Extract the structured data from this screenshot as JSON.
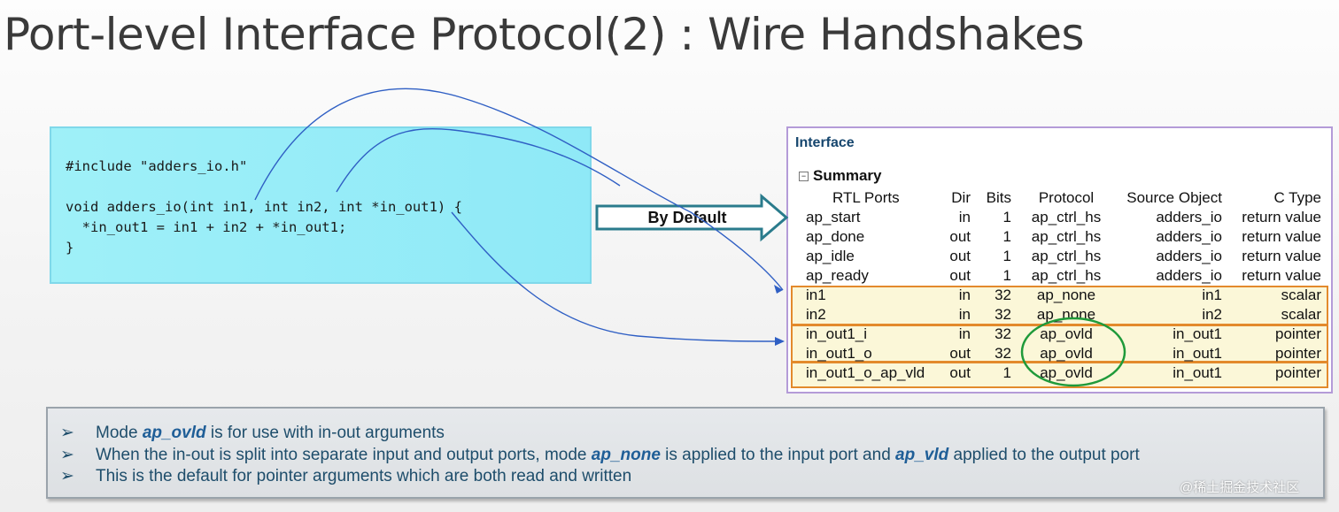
{
  "title": "Port-level Interface Protocol(2) : Wire Handshakes",
  "code": {
    "line1": "#include \"adders_io.h\"",
    "line2": "void adders_io(int in1, int in2, int *in_out1) {",
    "line3": "  *in_out1 = in1 + in2 + *in_out1;",
    "line4": "}"
  },
  "by_default_label": "By Default",
  "panel": {
    "title": "Interface",
    "summary": "Summary",
    "headers": [
      "RTL Ports",
      "Dir",
      "Bits",
      "Protocol",
      "Source Object",
      "C Type"
    ],
    "rows": [
      [
        "ap_start",
        "in",
        "1",
        "ap_ctrl_hs",
        "adders_io",
        "return value"
      ],
      [
        "ap_done",
        "out",
        "1",
        "ap_ctrl_hs",
        "adders_io",
        "return value"
      ],
      [
        "ap_idle",
        "out",
        "1",
        "ap_ctrl_hs",
        "adders_io",
        "return value"
      ],
      [
        "ap_ready",
        "out",
        "1",
        "ap_ctrl_hs",
        "adders_io",
        "return value"
      ],
      [
        "in1",
        "in",
        "32",
        "ap_none",
        "in1",
        "scalar"
      ],
      [
        "in2",
        "in",
        "32",
        "ap_none",
        "in2",
        "scalar"
      ],
      [
        "in_out1_i",
        "in",
        "32",
        "ap_ovld",
        "in_out1",
        "pointer"
      ],
      [
        "in_out1_o",
        "out",
        "32",
        "ap_ovld",
        "in_out1",
        "pointer"
      ],
      [
        "in_out1_o_ap_vld",
        "out",
        "1",
        "ap_ovld",
        "in_out1",
        "pointer"
      ]
    ]
  },
  "notes": {
    "arrow": "➢",
    "n1_a": "Mode ",
    "n1_b": "ap_ovld",
    "n1_c": " is for use with in-out arguments",
    "n2_a": "When the in-out is split into separate input and output ports, mode ",
    "n2_b": "ap_none",
    "n2_c": " is applied to the input port and ",
    "n2_d": "ap_vld",
    "n2_e": " applied to the output port",
    "n3": "This is the default for pointer arguments which are both read and written"
  },
  "watermark": "@稀土掘金技术社区",
  "colors": {
    "arrow_line": "#2f5fc4",
    "highlight_border": "#e38a2c",
    "circle": "#1f9a3a",
    "code_bg": "#9ff0f8"
  }
}
